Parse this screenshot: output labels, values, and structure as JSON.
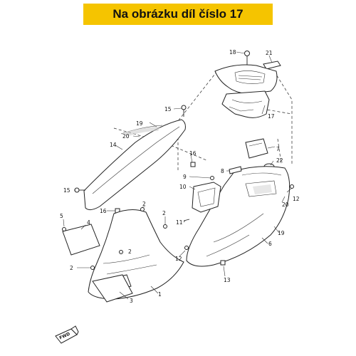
{
  "header": {
    "title": "Na obrázku díl číslo 17"
  },
  "colors": {
    "banner": "#f5c400",
    "line": "#222222"
  },
  "callouts": [
    "1",
    "2",
    "3",
    "4",
    "5",
    "6",
    "7",
    "8",
    "9",
    "10",
    "11",
    "12",
    "13",
    "14",
    "15",
    "16",
    "17",
    "18",
    "19",
    "20",
    "21",
    "22"
  ],
  "direction_badge": "FWD"
}
